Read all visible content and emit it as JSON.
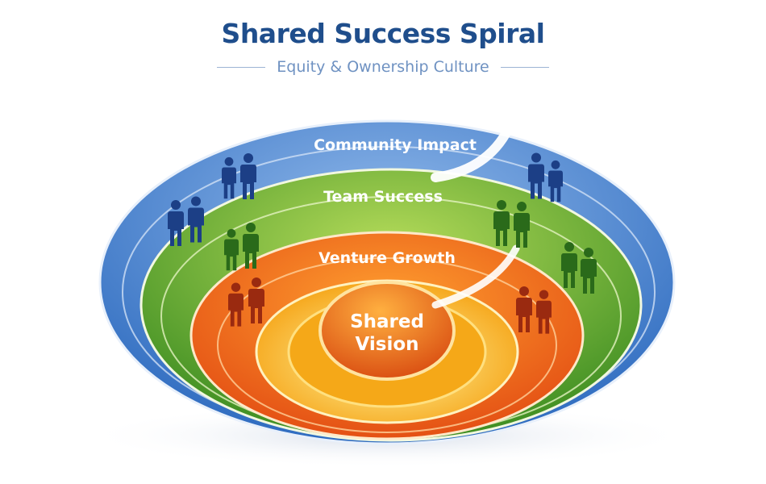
{
  "header": {
    "title": "Shared Success Spiral",
    "subtitle": "Equity & Ownership Culture"
  },
  "rings": [
    {
      "label": "Community Impact",
      "color": "#3f7fd0"
    },
    {
      "label": "Team Success",
      "color": "#5aa832"
    },
    {
      "label": "Venture Growth",
      "color": "#f0641e"
    }
  ],
  "center": {
    "line1": "Shared",
    "line2": "Vision",
    "color": "#f07a1e"
  }
}
